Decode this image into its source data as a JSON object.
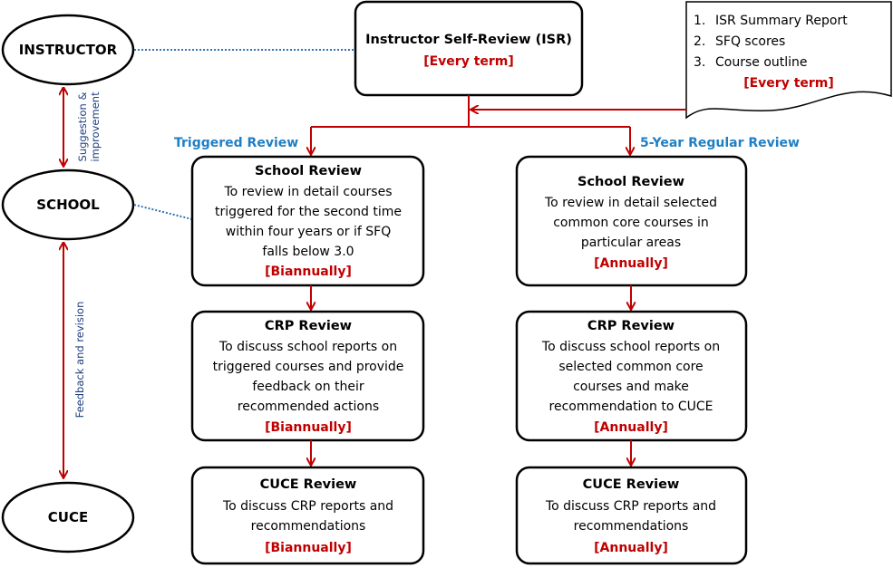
{
  "entities": [
    {
      "key": "instructor",
      "label": "INSTRUCTOR"
    },
    {
      "key": "school",
      "label": "SCHOOL"
    },
    {
      "key": "cuce",
      "label": "CUCE"
    }
  ],
  "side_labels": {
    "instructor_school": [
      "Suggestion &",
      "improvement"
    ],
    "school_cuce": "Feedback and revision"
  },
  "isr": {
    "title": "Instructor Self-Review (ISR)",
    "frequency": "[Every term]"
  },
  "documents": {
    "items": [
      "ISR Summary Report",
      "SFQ scores",
      "Course outline"
    ],
    "frequency": "[Every term]"
  },
  "branches": {
    "triggered": {
      "label": "Triggered Review",
      "boxes": [
        {
          "title": "School Review",
          "lines": [
            "To review in detail courses",
            "triggered for the second time",
            "within four years or if SFQ",
            "falls below 3.0"
          ],
          "frequency": "[Biannually]"
        },
        {
          "title": "CRP Review",
          "lines": [
            "To discuss school reports on",
            "triggered courses and provide",
            "feedback on their",
            "recommended actions"
          ],
          "frequency": "[Biannually]"
        },
        {
          "title": "CUCE Review",
          "lines": [
            "To discuss CRP reports and",
            "recommendations"
          ],
          "frequency": "[Biannually]"
        }
      ]
    },
    "regular": {
      "label": "5-Year Regular Review",
      "boxes": [
        {
          "title": "School Review",
          "lines": [
            "To review in detail selected",
            "common core courses in",
            "particular areas"
          ],
          "frequency": "[Annually]"
        },
        {
          "title": "CRP Review",
          "lines": [
            "To discuss school reports on",
            "selected common core",
            "courses and make",
            "recommendation to CUCE"
          ],
          "frequency": "[Annually]"
        },
        {
          "title": "CUCE Review",
          "lines": [
            "To discuss CRP reports and",
            "recommendations"
          ],
          "frequency": "[Annually]"
        }
      ]
    }
  },
  "colors": {
    "arrow": "#c00000",
    "connector": "#2e75b6",
    "branch_label": "#1f7fc4",
    "frequency": "#c00000",
    "side_label": "#1f3f7f"
  }
}
